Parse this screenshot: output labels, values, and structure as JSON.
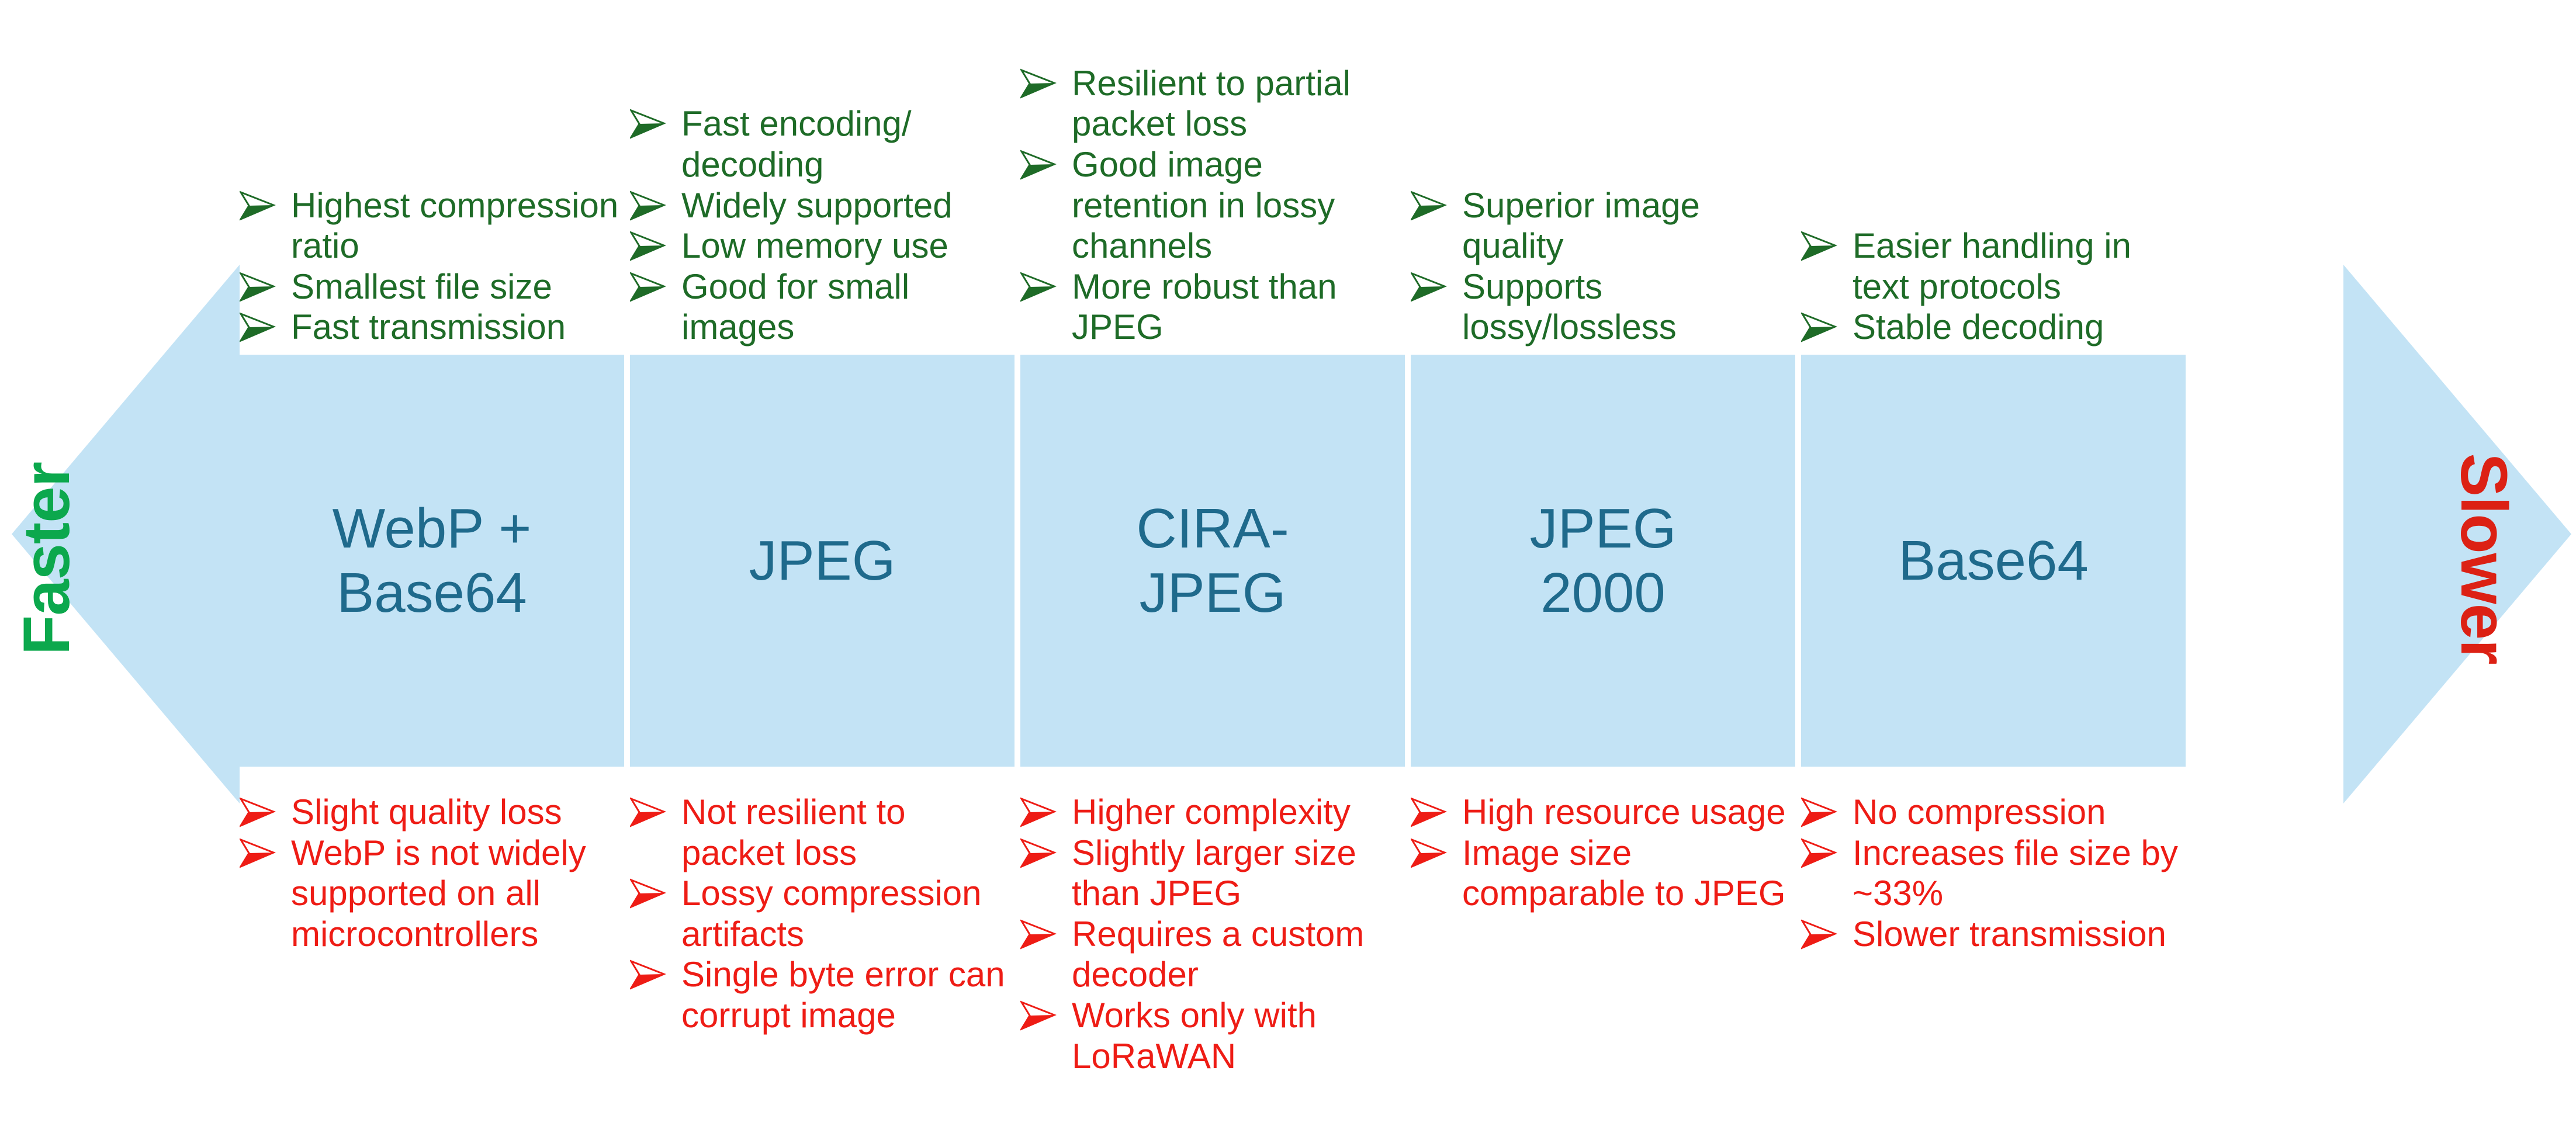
{
  "axis": {
    "left_label": "Faster",
    "right_label": "Slower",
    "left_color": "#0CA84D",
    "right_color": "#DC2114"
  },
  "palette": {
    "box_fill": "#C3E3F5",
    "box_text": "#1F6A8C",
    "pro_text": "#1E6B27",
    "con_text": "#EE1C15",
    "background": "#FFFFFF"
  },
  "bullet_icon": "chevron-arrow-bullet-icon",
  "columns": [
    {
      "id": "webp-base64",
      "title": "WebP +\nBase64",
      "pros": [
        "Highest compression ratio",
        "Smallest file size",
        "Fast transmission"
      ],
      "cons": [
        "Slight quality loss",
        "WebP is not widely supported on all microcontrollers"
      ]
    },
    {
      "id": "jpeg",
      "title": "JPEG",
      "pros": [
        "Fast encoding/ decoding",
        "Widely supported",
        "Low memory use",
        "Good for small images"
      ],
      "cons": [
        "Not resilient to packet loss",
        "Lossy compression artifacts",
        "Single byte error can corrupt image"
      ]
    },
    {
      "id": "cira-jpeg",
      "title": "CIRA-\nJPEG",
      "pros": [
        "Resilient to partial packet loss",
        "Good image retention in lossy channels",
        "More robust than JPEG"
      ],
      "cons": [
        "Higher complexity",
        "Slightly larger size than JPEG",
        "Requires a custom decoder",
        "Works only with LoRaWAN"
      ]
    },
    {
      "id": "jpeg-2000",
      "title": "JPEG\n2000",
      "pros": [
        "Superior image quality",
        "Supports lossy/lossless"
      ],
      "cons": [
        "High resource usage",
        "Image size comparable to JPEG"
      ]
    },
    {
      "id": "base64",
      "title": "Base64",
      "pros": [
        "Easier handling in text protocols",
        "Stable decoding"
      ],
      "cons": [
        "No compression",
        "Increases file size by ~33%",
        "Slower transmission"
      ]
    }
  ]
}
